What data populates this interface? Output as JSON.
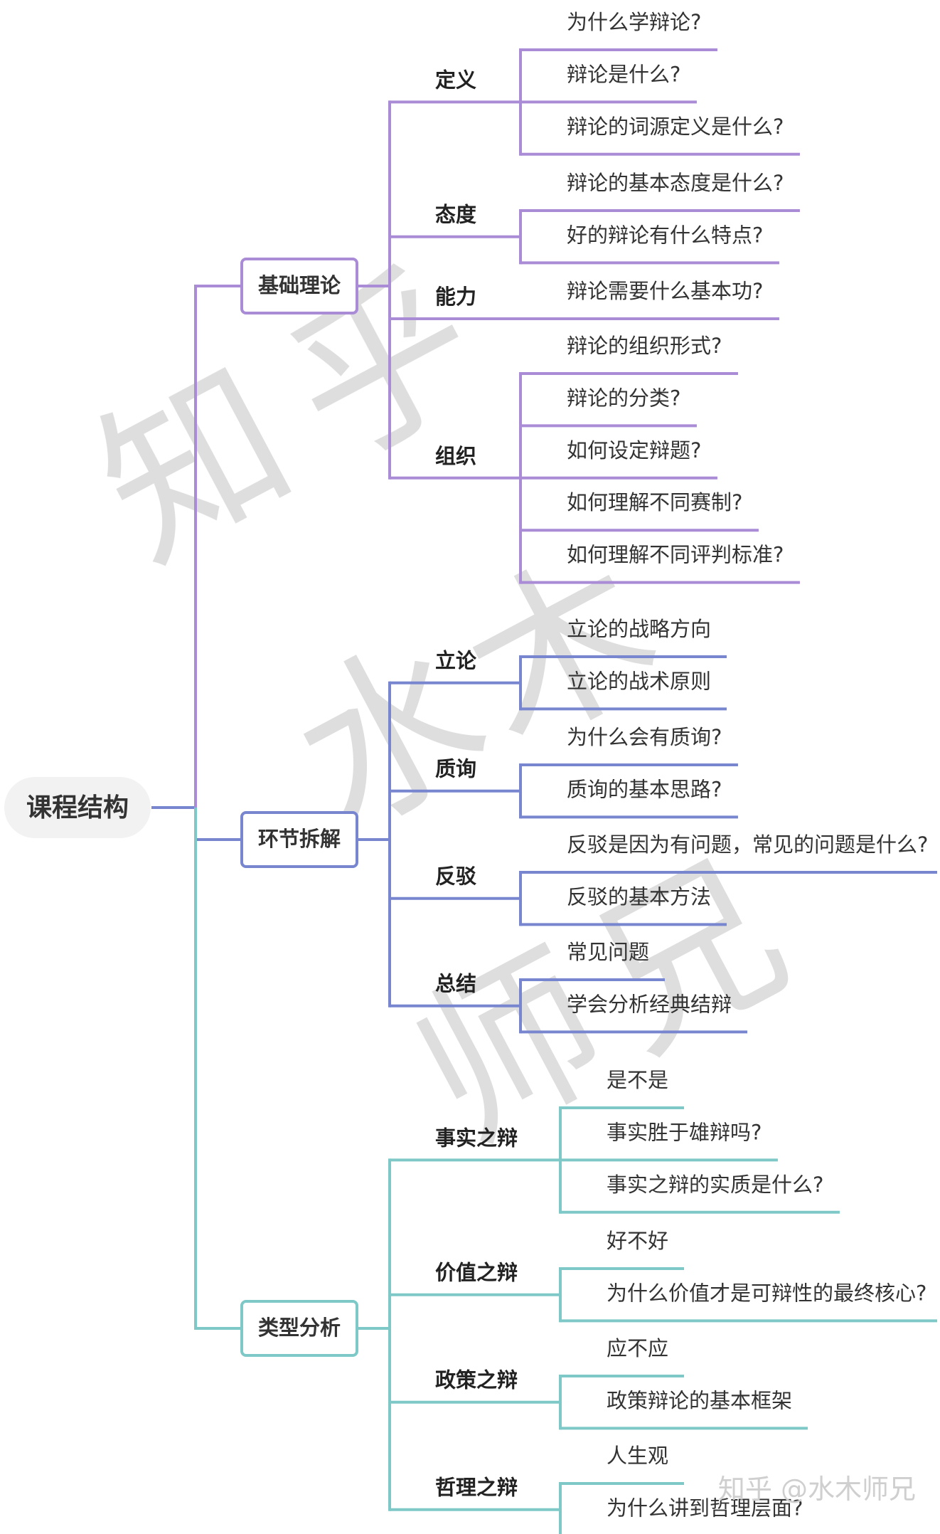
{
  "root": "课程结构",
  "colors": {
    "purple": "#A98BD6",
    "blue": "#7786CF",
    "teal": "#7EC9C7",
    "root_bg": "#F2F2F2",
    "watermark": "#D8D8D8"
  },
  "branches": [
    {
      "label": "基础理论",
      "color": "#A98BD6",
      "categories": [
        {
          "label": "定义",
          "leaves": [
            "为什么学辩论?",
            "辩论是什么?",
            "辩论的词源定义是什么?"
          ]
        },
        {
          "label": "态度",
          "leaves": [
            "辩论的基本态度是什么?",
            "好的辩论有什么特点?"
          ]
        },
        {
          "label": "能力",
          "leaves": [
            "辩论需要什么基本功?"
          ]
        },
        {
          "label": "组织",
          "leaves": [
            "辩论的组织形式?",
            "辩论的分类?",
            "如何设定辩题?",
            "如何理解不同赛制?",
            "如何理解不同评判标准?"
          ]
        }
      ]
    },
    {
      "label": "环节拆解",
      "color": "#7786CF",
      "categories": [
        {
          "label": "立论",
          "leaves": [
            "立论的战略方向",
            "立论的战术原则"
          ]
        },
        {
          "label": "质询",
          "leaves": [
            "为什么会有质询?",
            "质询的基本思路?"
          ]
        },
        {
          "label": "反驳",
          "leaves": [
            "反驳是因为有问题，常见的问题是什么?",
            "反驳的基本方法"
          ]
        },
        {
          "label": "总结",
          "leaves": [
            "常见问题",
            "学会分析经典结辩"
          ]
        }
      ]
    },
    {
      "label": "类型分析",
      "color": "#7EC9C7",
      "categories": [
        {
          "label": "事实之辩",
          "leaves": [
            "是不是",
            "事实胜于雄辩吗?",
            "事实之辩的实质是什么?"
          ]
        },
        {
          "label": "价值之辩",
          "leaves": [
            "好不好",
            "为什么价值才是可辩性的最终核心?"
          ]
        },
        {
          "label": "政策之辩",
          "leaves": [
            "应不应",
            "政策辩论的基本框架"
          ]
        },
        {
          "label": "哲理之辩",
          "leaves": [
            "人生观",
            "为什么讲到哲理层面?"
          ]
        }
      ]
    }
  ],
  "watermark": {
    "large_chars": [
      "知",
      "乎",
      "水",
      "木",
      "师",
      "兄"
    ],
    "credit": "知乎 @水木师兄"
  }
}
